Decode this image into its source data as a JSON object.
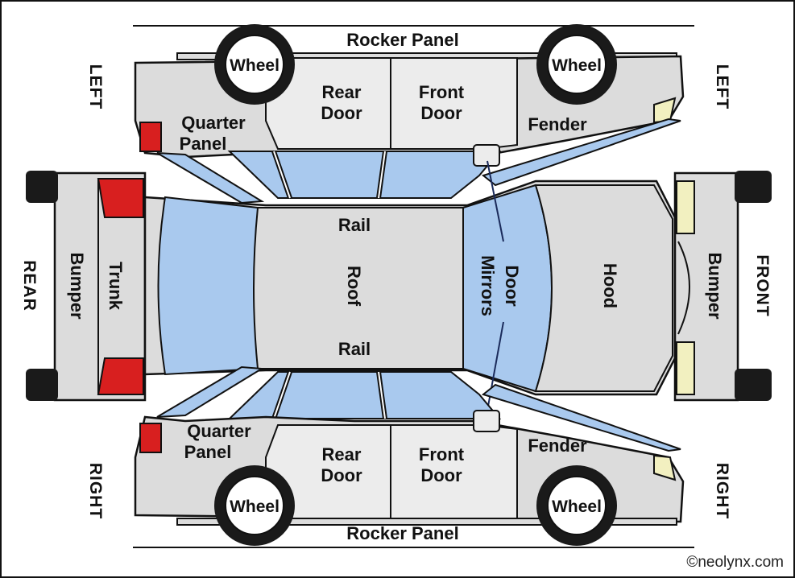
{
  "sides": {
    "left": "LEFT",
    "right": "RIGHT",
    "rear": "REAR",
    "front": "FRONT"
  },
  "parts": {
    "rocker_panel": "Rocker Panel",
    "wheel": "Wheel",
    "rear_door_1": "Rear",
    "rear_door_2": "Door",
    "front_door_1": "Front",
    "front_door_2": "Door",
    "quarter_panel_1": "Quarter",
    "quarter_panel_2": "Panel",
    "fender": "Fender",
    "rail": "Rail",
    "roof": "Roof",
    "door_mirrors_1": "Door",
    "door_mirrors_2": "Mirrors",
    "hood": "Hood",
    "bumper": "Bumper",
    "trunk": "Trunk"
  },
  "credit": "©neolynx.com",
  "colors": {
    "body": "#dcdcdc",
    "panel": "#ececec",
    "glass": "#a9c9ee",
    "tail_light": "#d81f1f",
    "head_light": "#f2f0c0",
    "outline": "#111111",
    "tire": "#1a1a1a"
  }
}
